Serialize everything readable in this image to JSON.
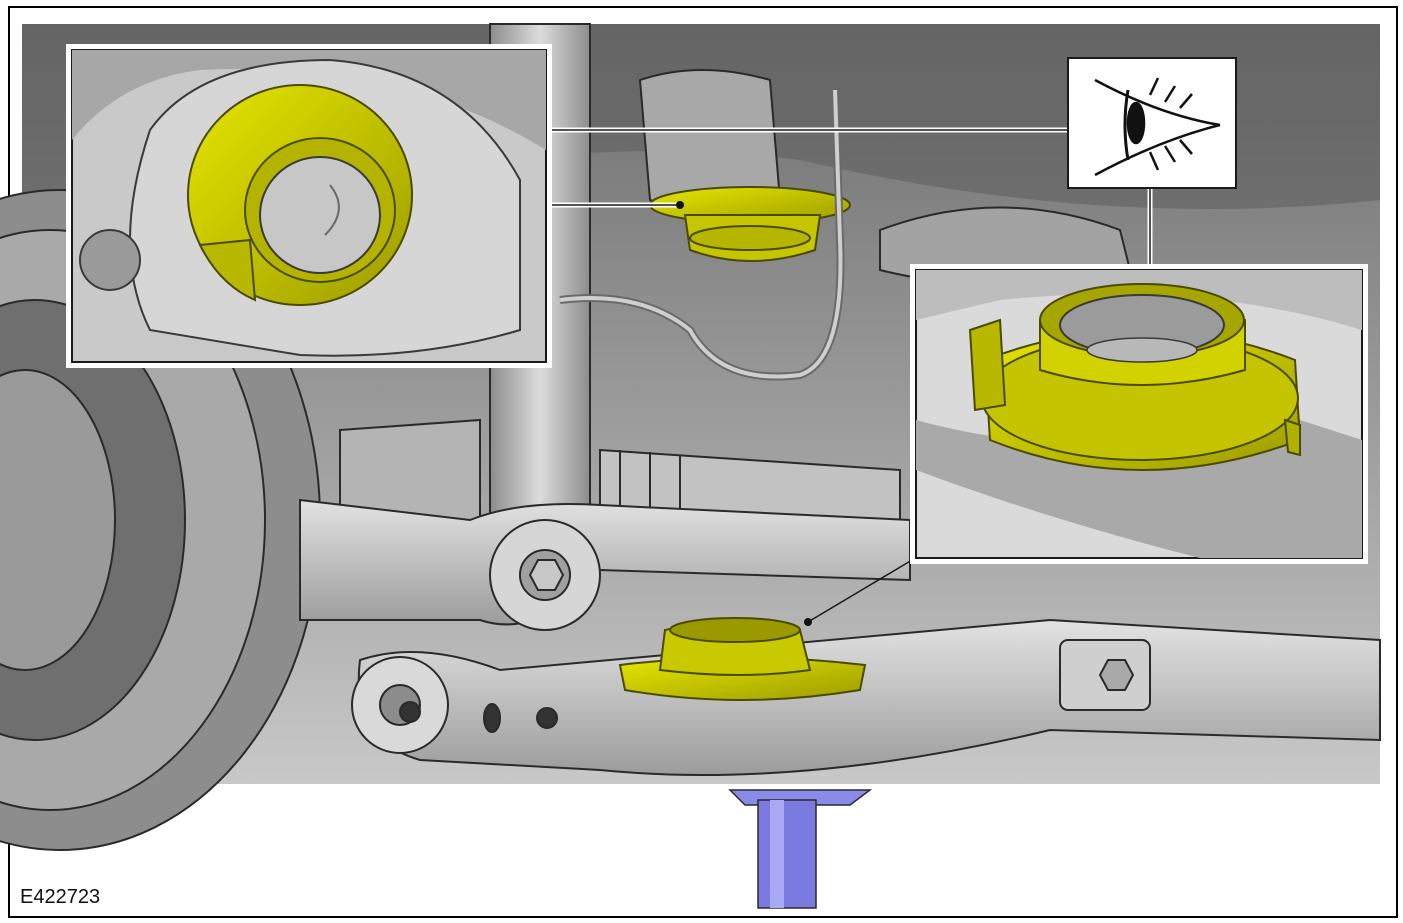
{
  "figure": {
    "id": "E422723",
    "colors": {
      "background": "#ffffff",
      "part_gray": "#bdbdbd",
      "part_gray_dark": "#8a8a8a",
      "part_gray_light": "#dedede",
      "highlight_yellow": "#cfcf00",
      "highlight_yellow_dark": "#a3a300",
      "jack_blue": "#7a7ae0",
      "outline": "#2a2a2a"
    },
    "icons": [
      "eye-icon"
    ],
    "callouts": [
      "upper-spring-seat-detail",
      "lower-spring-seat-detail"
    ]
  }
}
